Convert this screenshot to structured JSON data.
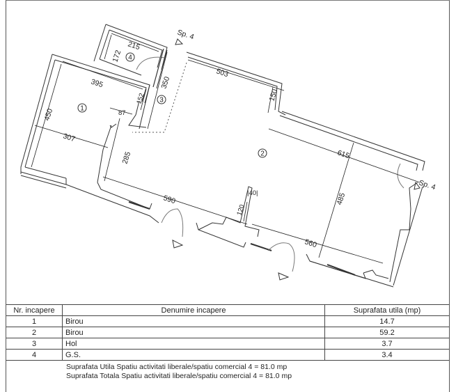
{
  "plan": {
    "rooms": [
      {
        "number": "1",
        "label": "①"
      },
      {
        "number": "2",
        "label": "②"
      },
      {
        "number": "3",
        "label": "③"
      },
      {
        "number": "4",
        "label": "④"
      }
    ],
    "dimensions": {
      "d215": "215",
      "d172": "172",
      "d395": "395",
      "d350": "350",
      "d450": "450",
      "d152": "152",
      "d87": "87",
      "d307": "307",
      "d503": "503",
      "d150": "150",
      "d285": "285",
      "d615": "615",
      "d590": "590",
      "d120": "120",
      "d40": "|40|",
      "d485": "485",
      "d560": "560"
    },
    "labels": {
      "sp_top": "Sp. 4",
      "sp_right": "Sp. 4"
    }
  },
  "table": {
    "headers": [
      "Nr. incapere",
      "Denumire incapere",
      "Suprafata utila (mp)"
    ],
    "rows": [
      {
        "nr": "1",
        "name": "Birou",
        "area": "14.7"
      },
      {
        "nr": "2",
        "name": "Birou",
        "area": "59.2"
      },
      {
        "nr": "3",
        "name": "Hol",
        "area": "3.7"
      },
      {
        "nr": "4",
        "name": "G.S.",
        "area": "3.4"
      }
    ]
  },
  "totals": {
    "utila": "Suprafata Utila Spatiu activitati liberale/spatiu comercial 4 = 81.0 mp",
    "totala": "Suprafata Totala Spatiu activitati liberale/spatiu comercial 4 = 81.0 mp"
  }
}
